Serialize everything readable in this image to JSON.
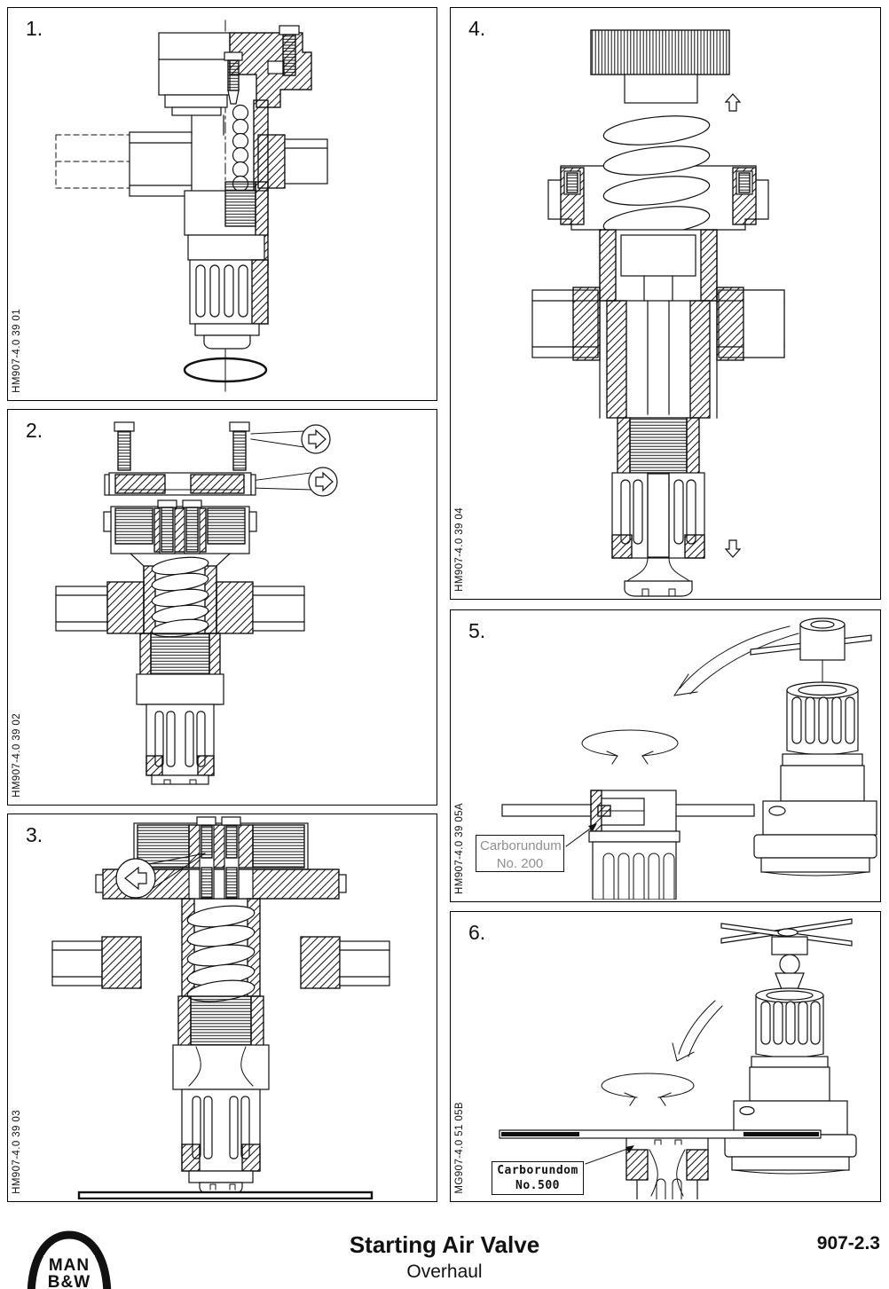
{
  "footer": {
    "title": "Starting Air Valve",
    "subtitle": "Overhaul",
    "page_number": "907-2.3",
    "logo": {
      "line1": "MAN",
      "line2": "B&W"
    }
  },
  "panels": [
    {
      "number": "1.",
      "figure_label": "HM907-4.0 39 01"
    },
    {
      "number": "2.",
      "figure_label": "HM907-4.0 39 02"
    },
    {
      "number": "3.",
      "figure_label": "HM907-4.0 39 03"
    },
    {
      "number": "4.",
      "figure_label": "HM907-4.0 39 04"
    },
    {
      "number": "5.",
      "figure_label": "HM907-4.0 39 05A",
      "callout": {
        "line1": "Carborundum",
        "line2": "No. 200"
      }
    },
    {
      "number": "6.",
      "figure_label": "MG907-4.0 51 05B",
      "callout": {
        "line1": "Carborundom",
        "line2": "No.500"
      }
    }
  ],
  "colors": {
    "ink": "#111111",
    "callout_gray": "#8f8f8f"
  }
}
